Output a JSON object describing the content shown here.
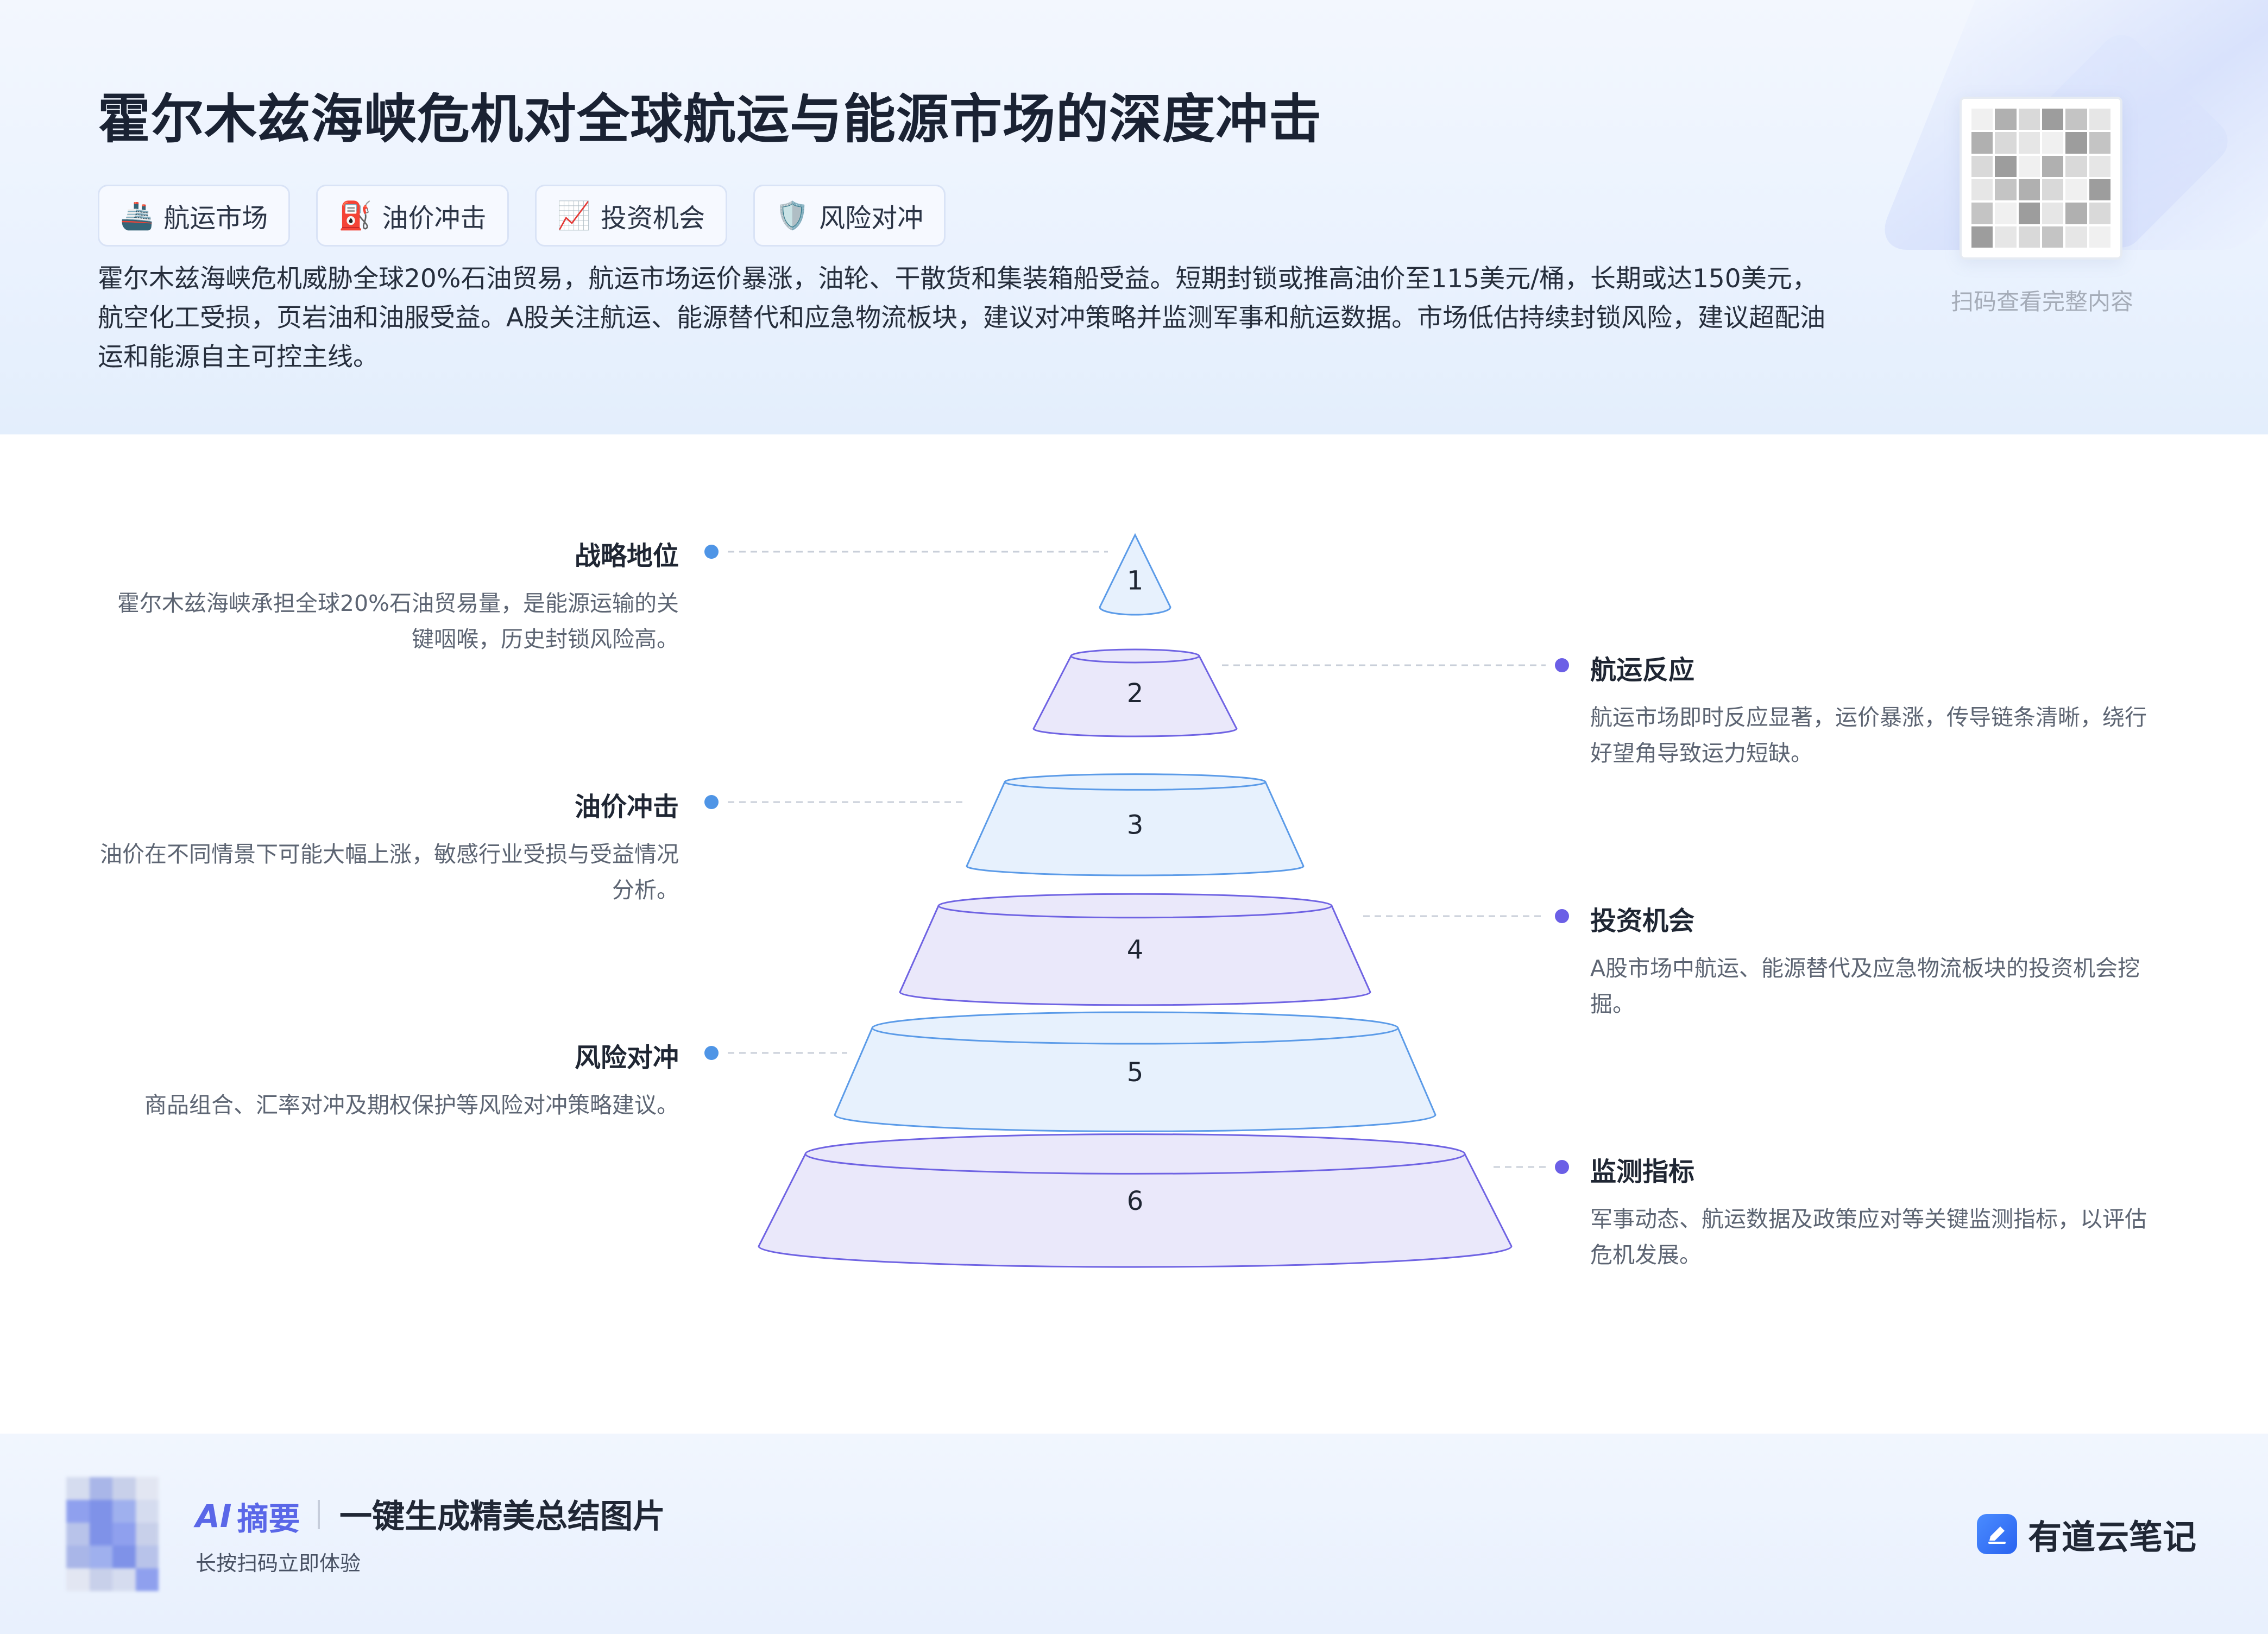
{
  "header": {
    "title": "霍尔木兹海峡危机对全球航运与能源市场的深度冲击",
    "tags": [
      {
        "icon": "ship-icon",
        "glyph": "🚢",
        "label": "航运市场"
      },
      {
        "icon": "fuel-pump-icon",
        "glyph": "⛽",
        "label": "油价冲击"
      },
      {
        "icon": "chart-up-icon",
        "glyph": "📈",
        "label": "投资机会"
      },
      {
        "icon": "shield-icon",
        "glyph": "🛡️",
        "label": "风险对冲"
      }
    ],
    "summary": "霍尔木兹海峡危机威胁全球20%石油贸易，航运市场运价暴涨，油轮、干散货和集装箱船受益。短期封锁或推高油价至115美元/桶，长期或达150美元，航空化工受损，页岩油和油服受益。A股关注航运、能源替代和应急物流板块，建议对冲策略并监测军事和航运数据。市场低估持续封锁风险，建议超配油运和能源自主可控主线。",
    "qr_caption": "扫码查看完整内容"
  },
  "pyramid": {
    "levels": [
      "1",
      "2",
      "3",
      "4",
      "5",
      "6"
    ],
    "annotations": [
      {
        "side": "left",
        "title": "战略地位",
        "text": "霍尔木兹海峡承担全球20%石油贸易量，是能源运输的关键咽喉，历史封锁风险高。"
      },
      {
        "side": "right",
        "title": "航运反应",
        "text": "航运市场即时反应显著，运价暴涨，传导链条清晰，绕行好望角导致运力短缺。"
      },
      {
        "side": "left",
        "title": "油价冲击",
        "text": "油价在不同情景下可能大幅上涨，敏感行业受损与受益情况分析。"
      },
      {
        "side": "right",
        "title": "投资机会",
        "text": "A股市场中航运、能源替代及应急物流板块的投资机会挖掘。"
      },
      {
        "side": "left",
        "title": "风险对冲",
        "text": "商品组合、汇率对冲及期权保护等风险对冲策略建议。"
      },
      {
        "side": "right",
        "title": "监测指标",
        "text": "军事动态、航运数据及政策应对等关键监测指标，以评估危机发展。"
      }
    ],
    "colors": {
      "blue_fill": "#e7f1fd",
      "blue_stroke": "#5b9be8",
      "purple_fill": "#eae8fa",
      "purple_stroke": "#6f63e3",
      "left_dot": "#4f95e6",
      "right_dot": "#6b5fe6"
    }
  },
  "footer": {
    "ai_label": "AI",
    "ai_suffix": "摘要",
    "tagline": "一键生成精美总结图片",
    "sub": "长按扫码立即体验",
    "brand": "有道云笔记"
  }
}
